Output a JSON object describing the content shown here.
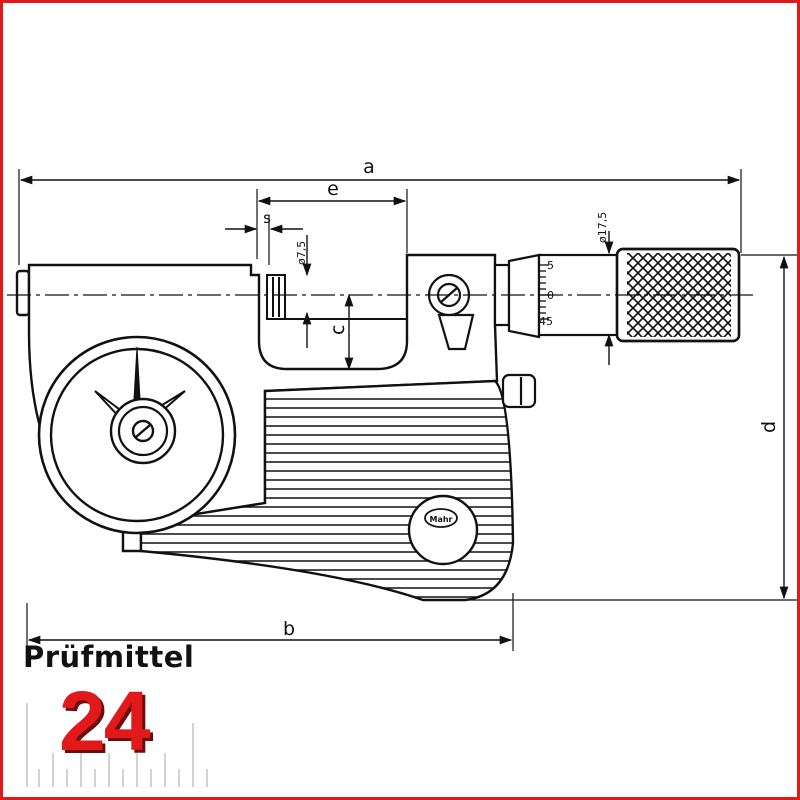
{
  "dimensions": {
    "a": "a",
    "b": "b",
    "c": "c",
    "d": "d",
    "e": "e",
    "s": "s",
    "spindle_diameter": "ø7,5",
    "thimble_diameter": "ø17,5"
  },
  "thimble_scale": {
    "top": "5",
    "middle": "0",
    "bottom": "45"
  },
  "brand_badge": "Mahr",
  "logo": {
    "brand": "Prüfmittel",
    "number": "24"
  },
  "colors": {
    "accent": "#e1191a",
    "line": "#111111",
    "background": "#ffffff"
  }
}
